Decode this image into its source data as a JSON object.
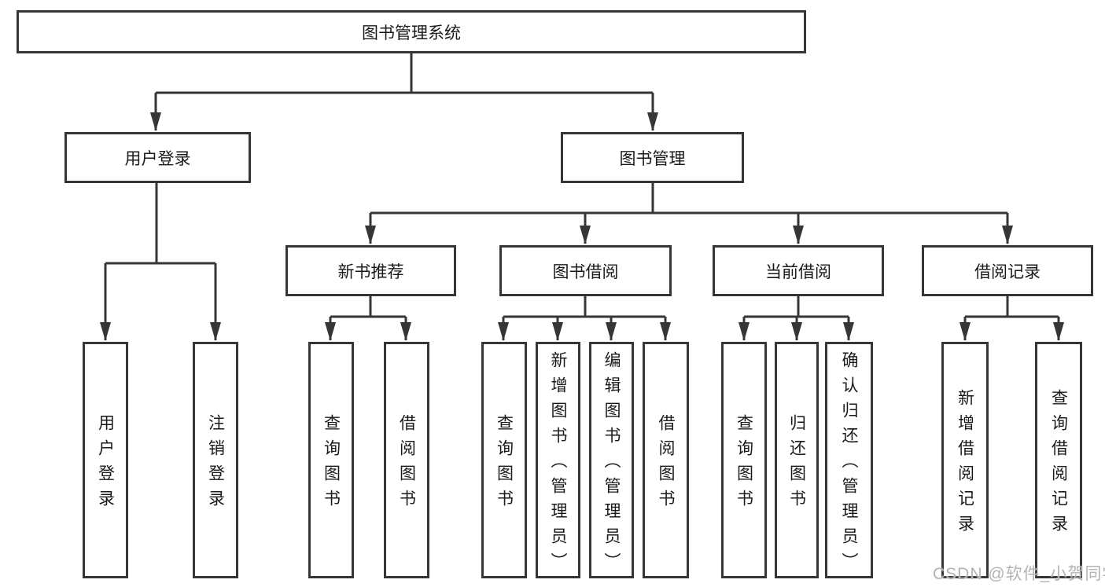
{
  "tree": {
    "label": "图书管理系统",
    "children": [
      {
        "label": "用户登录",
        "children": [
          {
            "label": "用户登录"
          },
          {
            "label": "注销登录"
          }
        ]
      },
      {
        "label": "图书管理",
        "children": [
          {
            "label": "新书推荐",
            "children": [
              {
                "label": "查询图书"
              },
              {
                "label": "借阅图书"
              }
            ]
          },
          {
            "label": "图书借阅",
            "children": [
              {
                "label": "查询图书"
              },
              {
                "label": "新增图书（管理员）"
              },
              {
                "label": "编辑图书（管理员）"
              },
              {
                "label": "借阅图书"
              }
            ]
          },
          {
            "label": "当前借阅",
            "children": [
              {
                "label": "查询图书"
              },
              {
                "label": "归还图书"
              },
              {
                "label": "确认归还（管理员）"
              }
            ]
          },
          {
            "label": "借阅记录",
            "children": [
              {
                "label": "新增借阅记录"
              },
              {
                "label": "查询借阅记录"
              }
            ]
          }
        ]
      }
    ]
  },
  "watermark": {
    "text": "CSDN @软件_小贺同学"
  },
  "colors": {
    "line": "#363636",
    "text": "#1a1a1a",
    "background": "#ffffff",
    "watermark": "#b3b3b3"
  }
}
